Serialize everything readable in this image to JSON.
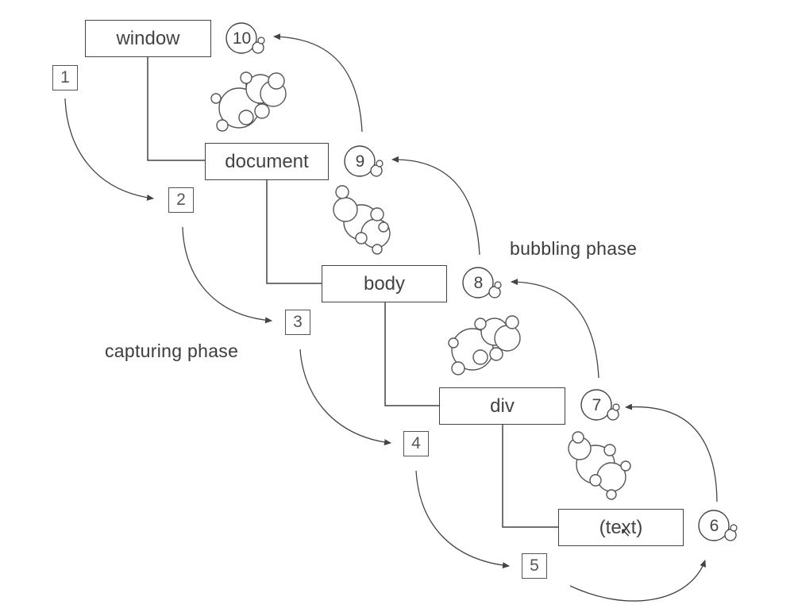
{
  "nodes": [
    "window",
    "document",
    "body",
    "div",
    "(text)"
  ],
  "capture_steps": [
    "1",
    "2",
    "3",
    "4",
    "5"
  ],
  "bubble_steps": [
    "6",
    "7",
    "8",
    "9",
    "10"
  ],
  "labels": {
    "capturing": "capturing phase",
    "bubbling": "bubbling phase"
  },
  "colors": {
    "line": "#444444",
    "text": "#3a3a3a",
    "background": "#ffffff"
  },
  "icons": [
    "molecule-icon",
    "arrow-icon",
    "mouse-cursor-icon"
  ]
}
